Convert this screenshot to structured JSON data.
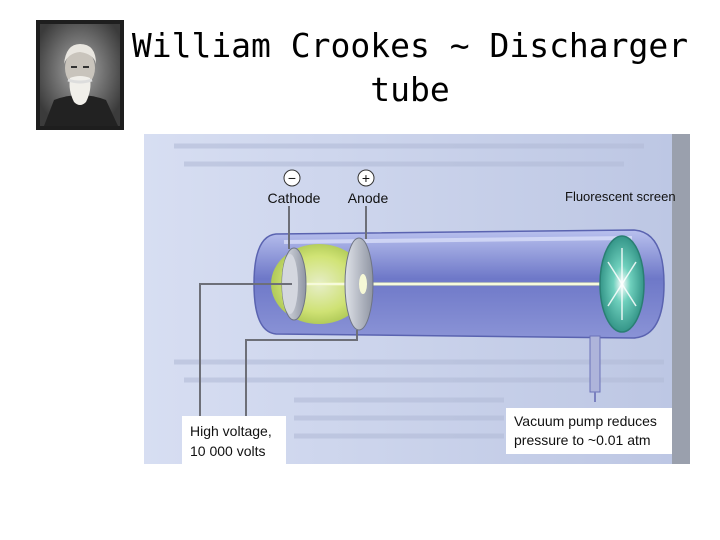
{
  "slide": {
    "title_line1": "William Crookes ~ Discharger",
    "title_line2": "tube"
  },
  "portrait": {
    "subject": "William Crookes",
    "icon": "portrait-photo"
  },
  "figure": {
    "minus_symbol": "−",
    "plus_symbol": "+",
    "cathode_label": "Cathode",
    "anode_label": "Anode",
    "screen_label": "Fluorescent screen",
    "voltage_line1": "High voltage,",
    "voltage_line2": "10 000 volts",
    "pump_line1": "Vacuum pump reduces",
    "pump_line2": "pressure to ~0.01 atm",
    "colors": {
      "page_bg": "#c9d3ea",
      "tube_blue": "#7b86cf",
      "beam_yellow": "#e6f27a",
      "screen_green": "#3aa898",
      "electrode_grey": "#b8bcc6"
    }
  }
}
